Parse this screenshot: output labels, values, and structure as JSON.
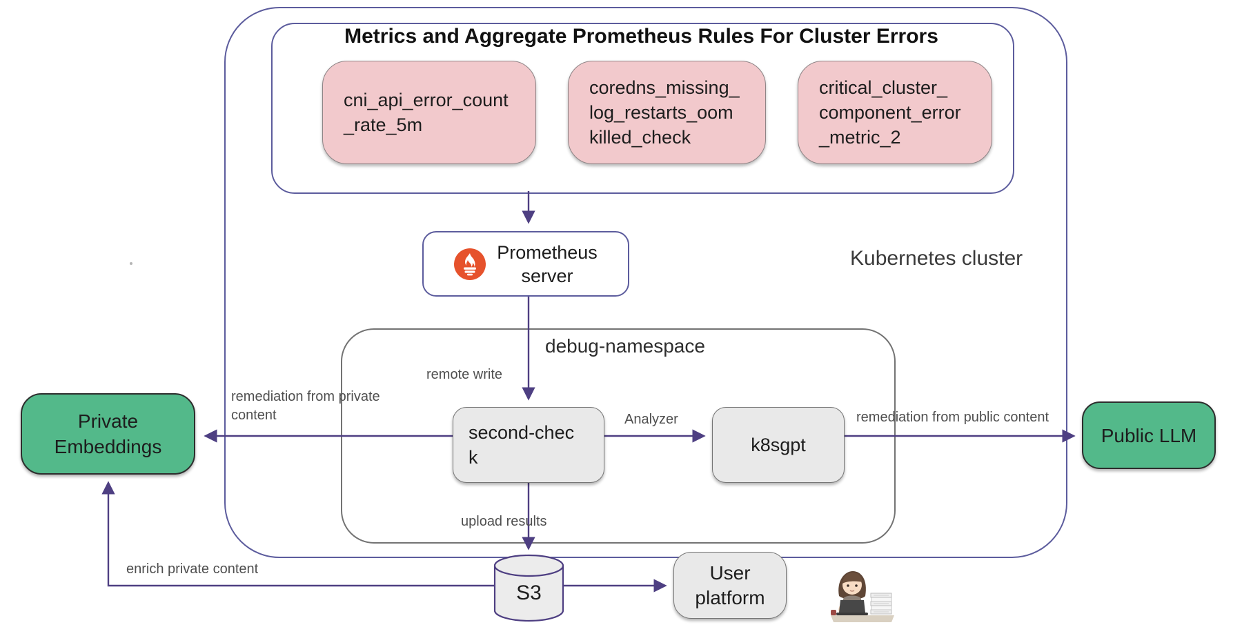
{
  "diagram": {
    "type": "architecture-flow",
    "colors": {
      "node_green": "#53b98a",
      "node_pink": "#f2c9cc",
      "node_gray": "#e9e9e9",
      "arrow_purple": "#4e3f82",
      "container_purple": "#5c5c9d",
      "container_gray": "#737373",
      "prometheus_orange": "#e6522c"
    },
    "cluster": {
      "label": "Kubernetes cluster",
      "rules_panel": {
        "title": "Metrics and Aggregate Prometheus Rules For Cluster Errors",
        "rules": [
          {
            "label": "cni_api_error_count\n_rate_5m"
          },
          {
            "label": "coredns_missing_\nlog_restarts_oom\nkilled_check"
          },
          {
            "label": "critical_cluster_\ncomponent_error\n_metric_2"
          }
        ]
      },
      "prometheus": {
        "label": "Prometheus\nserver",
        "icon": "prometheus-flame-icon"
      },
      "debug_namespace": {
        "label": "debug-namespace",
        "second_check": {
          "label": "second-chec\nk"
        },
        "k8sgpt": {
          "label": "k8sgpt"
        }
      }
    },
    "external": {
      "private_embeddings": {
        "label": "Private\nEmbeddings"
      },
      "public_llm": {
        "label": "Public LLM"
      },
      "s3": {
        "label": "S3"
      },
      "user_platform": {
        "label": "User\nplatform"
      },
      "person_illustration": "woman-at-laptop-with-documents"
    },
    "edges": {
      "rules_to_prometheus": "",
      "remote_write": "remote write",
      "analyzer": "Analyzer",
      "remediation_public": "remediation from public content",
      "remediation_private": "remediation from private\ncontent",
      "upload_results": "upload results",
      "s3_to_user_platform": "",
      "enrich_private": "enrich private content"
    }
  }
}
